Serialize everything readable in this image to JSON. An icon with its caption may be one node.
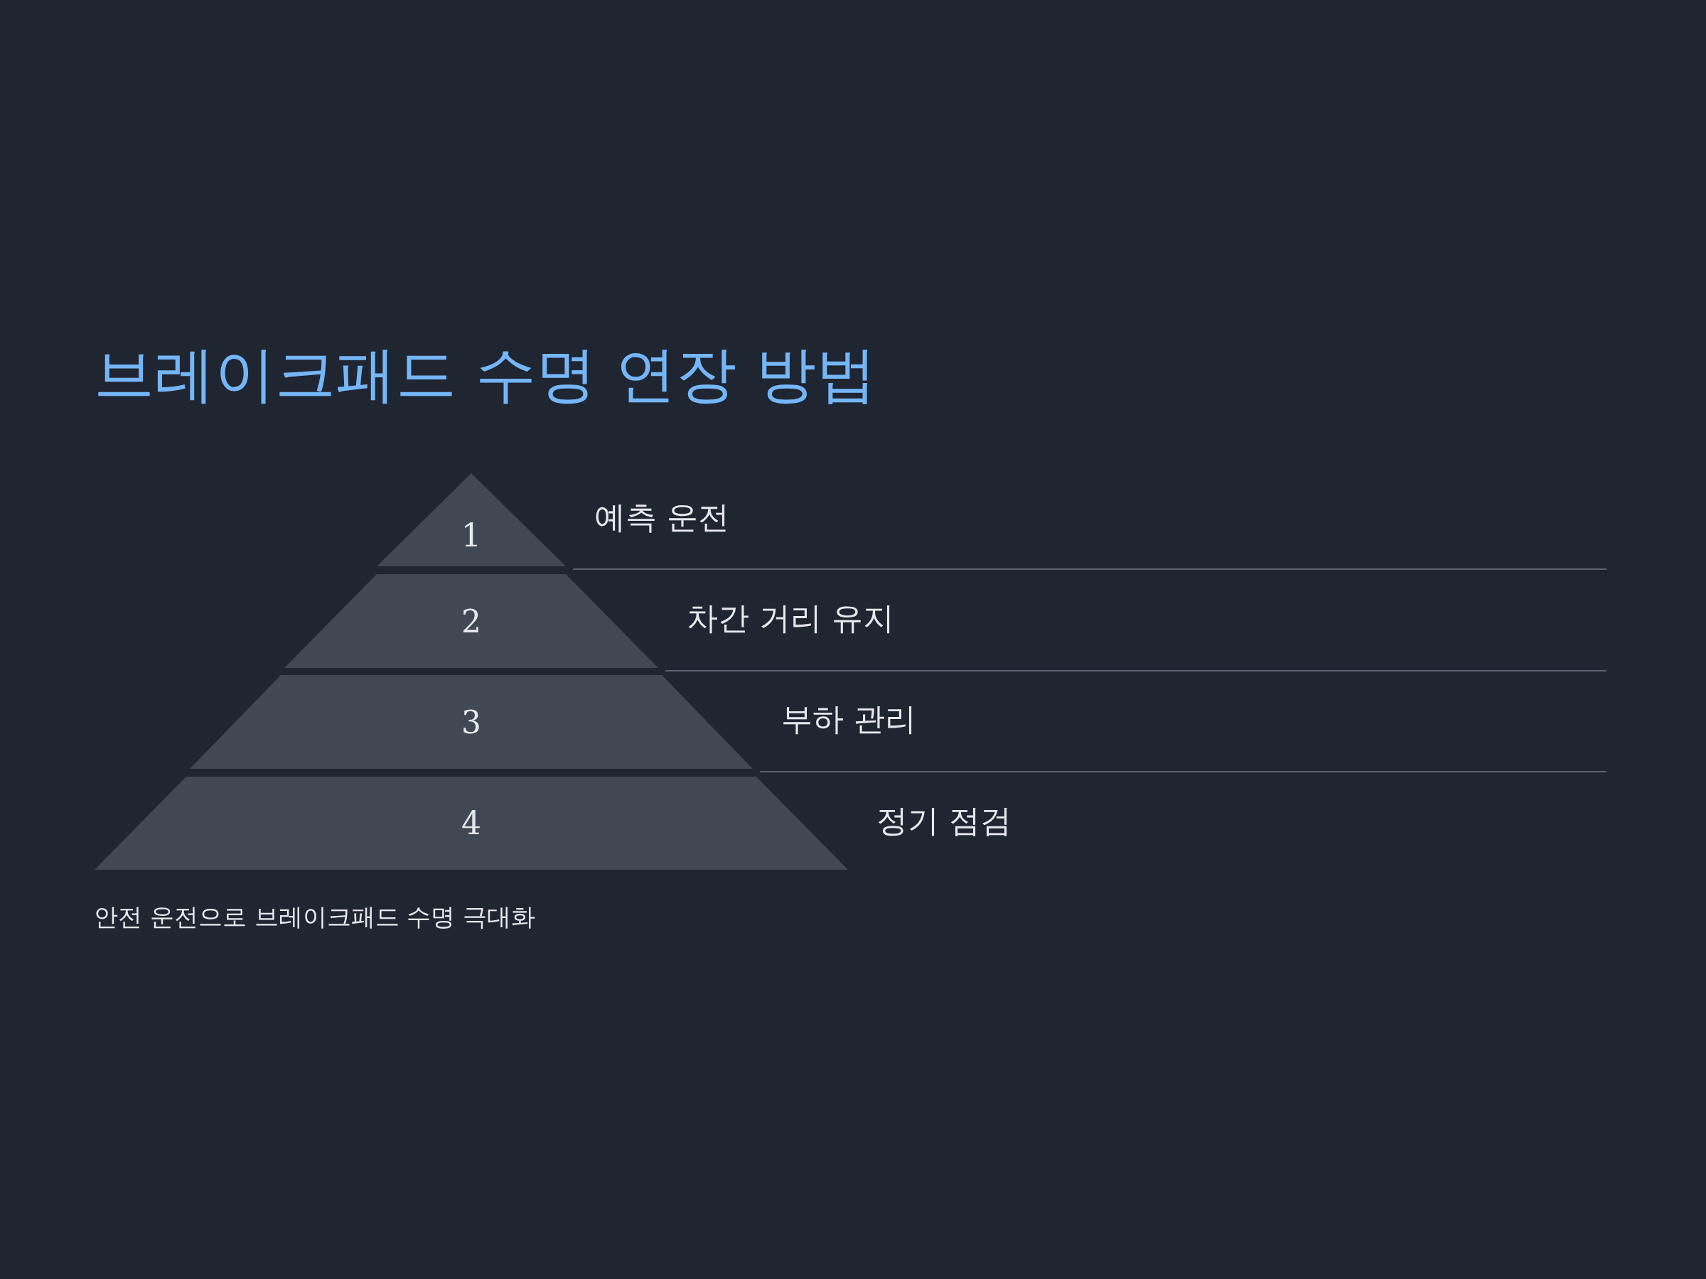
{
  "diagram": {
    "title": "브레이크패드 수명 연장 방법",
    "nodes": [
      {
        "text": [
          "1"
        ],
        "beside": [
          "예측 운전"
        ]
      },
      {
        "text": [
          "2"
        ],
        "beside": [
          "차간 거리 유지"
        ]
      },
      {
        "text": [
          "3"
        ],
        "beside": [
          "부하 관리"
        ]
      },
      {
        "text": [
          "4"
        ],
        "beside": [
          "정기 점검"
        ]
      }
    ],
    "caption": "안전 운전으로 브레이크패드 수명 극대화"
  }
}
